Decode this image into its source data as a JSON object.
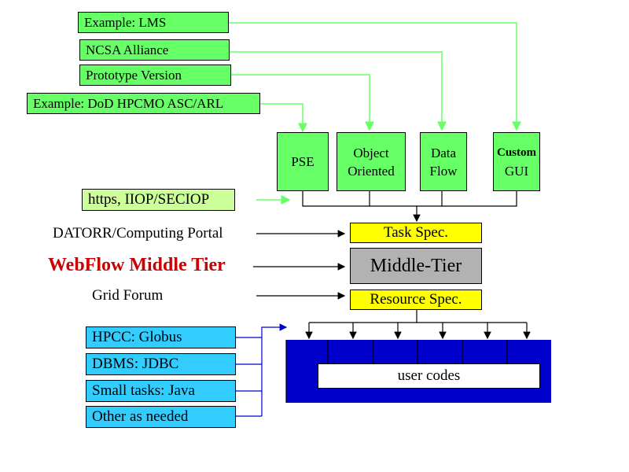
{
  "top_labels": [
    "Example: LMS",
    "NCSA Alliance",
    "Prototype Version",
    "Example: DoD HPCMO ASC/ARL"
  ],
  "categories": {
    "pse": "PSE",
    "object_line1": "Object",
    "object_line2": "Oriented",
    "data_line1": "Data",
    "data_line2": "Flow",
    "custom_line1": "Custom",
    "custom_line2": "GUI"
  },
  "protocol": "https, IIOP/SECIOP",
  "left_labels": {
    "datorr": "DATORR/Computing Portal",
    "webflow": "WebFlow Middle Tier",
    "grid": "Grid Forum"
  },
  "middle": {
    "task_spec": "Task Spec.",
    "middle_tier": "Middle-Tier",
    "resource_spec": "Resource Spec."
  },
  "backends": [
    "HPCC: Globus",
    "DBMS: JDBC",
    "Small tasks: Java",
    "Other as needed"
  ],
  "user_codes": "user codes",
  "colors": {
    "green_box": "#66ff66",
    "cyan_box": "#33ccff",
    "yellow_box": "#ffff00",
    "gray_box": "#b2b2b2",
    "blue_block": "#0000cc",
    "webflow_text": "#cc0000",
    "green_arrow": "#66ff66",
    "blue_arrow": "#0000cc"
  }
}
